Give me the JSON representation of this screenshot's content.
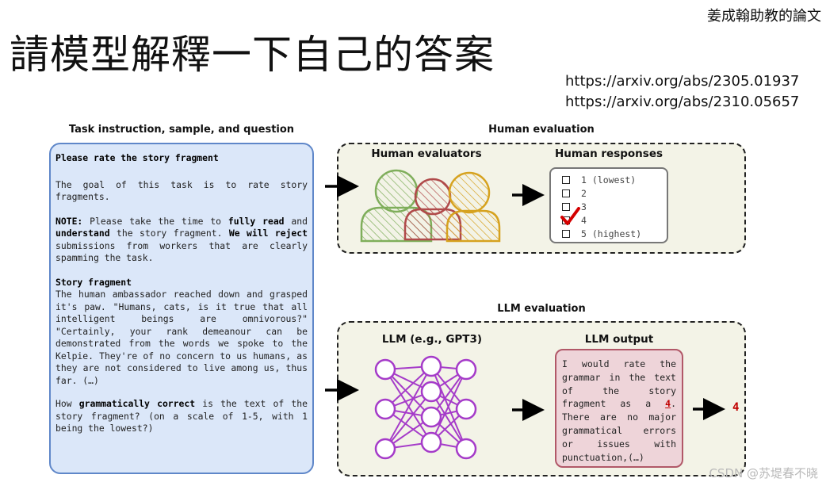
{
  "slide": {
    "author": "姜成翰助教的論文",
    "title": "請模型解釋一下自己的答案",
    "refs": [
      "https://arxiv.org/abs/2305.01937",
      "https://arxiv.org/abs/2310.05657"
    ],
    "watermark": "CSDN @苏堤春不晓"
  },
  "figure": {
    "task_heading": "Task instruction, sample, and question",
    "human_heading": "Human evaluation",
    "llm_heading": "LLM evaluation",
    "task": {
      "rate_title": "Please rate the story fragment",
      "goal": "The goal of this task is to rate story fragments.",
      "note_label": "NOTE:",
      "note_1": " Please take the time to ",
      "note_fully_read": "fully read",
      "note_and": " and ",
      "note_understand": "understand",
      "note_2": " the story fragment. ",
      "note_reject": "We will reject",
      "note_3": " submissions from workers that are clearly spamming the task.",
      "story_label": "Story fragment",
      "story_text": "The human ambassador reached down and grasped it's paw. \"Humans, cats, is it true that all intelligent beings are omnivorous?\" \"Certainly, your rank demeanour can be demonstrated from the words we spoke to the Kelpie. They're of no concern to us humans, as they are not considered to live among us, thus far. (…)",
      "q_1": "How ",
      "q_bold": "grammatically correct",
      "q_2": " is the text of the story fragment? (on a scale of 1-5, with 1 being the lowest?)"
    },
    "human": {
      "evaluators_label": "Human evaluators",
      "responses_label": "Human responses",
      "options": [
        "1 (lowest)",
        "2",
        "3",
        "4",
        "5 (highest)"
      ],
      "checked_option": "4"
    },
    "llm": {
      "model_label": "LLM (e.g., GPT3)",
      "output_label": "LLM output",
      "output_1": "I would rate the grammar in the text of the story fragment as a ",
      "output_score": "4",
      "output_2": ". There are no major grammatical errors or issues with punctuation,(…)",
      "final_score": "4"
    }
  },
  "colors": {
    "task_bg": "#dbe7f9",
    "task_border": "#5f87c9",
    "panel_bg": "#f3f3e7",
    "output_bg": "#eed4d9",
    "output_border": "#b15868",
    "person_green": "#7fae5b",
    "person_red": "#b04a4a",
    "person_yellow": "#d6a21f",
    "network": "#a53bc9",
    "score_red": "#c00000"
  }
}
